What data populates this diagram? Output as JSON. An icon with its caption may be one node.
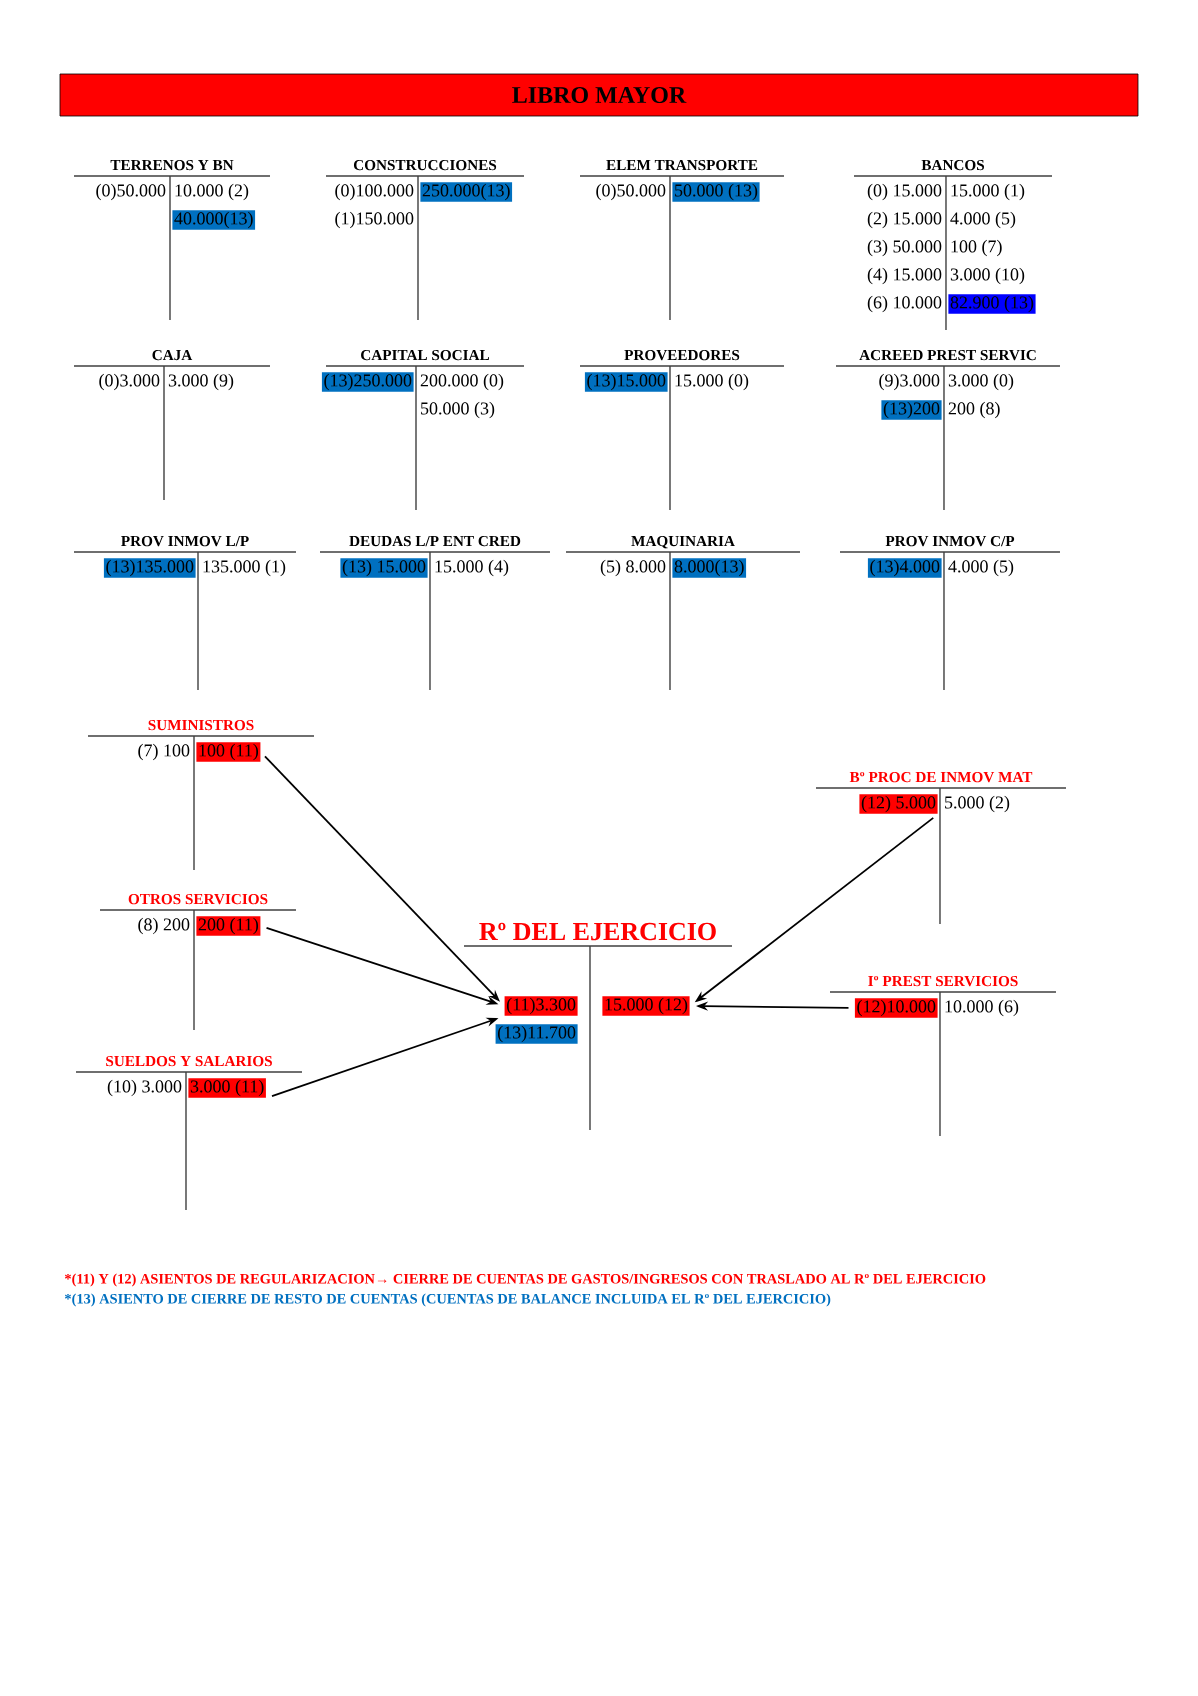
{
  "diagram": {
    "title": "LIBRO MAYOR",
    "nodes": [
      {
        "text": [
          "TERRENOS Y BN"
        ]
      },
      {
        "text": [
          "40.000(13)"
        ],
        "in": 0
      },
      {
        "text": [
          "CONSTRUCCIONES"
        ]
      },
      {
        "text": [
          "250.000(13)"
        ],
        "in": 2
      },
      {
        "text": [
          "ELEM TRANSPORTE"
        ]
      },
      {
        "text": [
          "50.000 (13)"
        ],
        "in": 4
      },
      {
        "text": [
          "BANCOS"
        ]
      },
      {
        "text": [
          "82.900 (13)"
        ],
        "in": 6
      },
      {
        "text": [
          "CAJA"
        ]
      },
      {
        "text": [
          "CAPITAL SOCIAL"
        ]
      },
      {
        "text": [
          "(13)250.000"
        ],
        "in": 9
      },
      {
        "text": [
          "PROVEEDORES"
        ]
      },
      {
        "text": [
          "(13)15.000"
        ],
        "in": 11
      },
      {
        "text": [
          "ACREED PREST SERVIC"
        ]
      },
      {
        "text": [
          "(13)200"
        ],
        "in": 13
      },
      {
        "text": [
          "PROV INMOV L/P"
        ]
      },
      {
        "text": [
          "(13)135.000"
        ],
        "in": 15
      },
      {
        "text": [
          "DEUDAS L/P ENT CRED"
        ]
      },
      {
        "text": [
          "(13) 15.000"
        ],
        "in": 17
      },
      {
        "text": [
          "MAQUINARIA"
        ]
      },
      {
        "text": [
          "8.000(13)"
        ],
        "in": 19
      },
      {
        "text": [
          "PROV INMOV C/P"
        ]
      },
      {
        "text": [
          "(13)4.000"
        ],
        "in": 21
      },
      {
        "text": [
          "SUMINISTROS"
        ]
      },
      {
        "text": [
          "100 (11)"
        ],
        "in": 23
      },
      {
        "text": [
          "Bº PROC DE INMOV MAT"
        ]
      },
      {
        "text": [
          "(12) 5.000"
        ],
        "in": 25
      },
      {
        "text": [
          "OTROS SERVICIOS"
        ]
      },
      {
        "text": [
          "200 (11)"
        ],
        "in": 27
      },
      {
        "text": [
          "Rº DEL EJERCICIO"
        ]
      },
      {
        "text": [
          "(11)3.300"
        ],
        "in": 29
      },
      {
        "text": [
          "(13)11.700"
        ],
        "in": 29
      },
      {
        "text": [
          "15.000 (12)"
        ],
        "in": 29
      },
      {
        "text": [
          "Iº PREST SERVICIOS"
        ]
      },
      {
        "text": [
          "(12)10.000"
        ],
        "in": 33
      },
      {
        "text": [
          "SUELDOS Y SALARIOS"
        ]
      },
      {
        "text": [
          "3.000 (11)"
        ],
        "in": 35
      }
    ],
    "edges": [
      {
        "from": 24,
        "to": 30,
        "arrow": "to"
      },
      {
        "from": 28,
        "to": 30,
        "arrow": "to"
      },
      {
        "from": 36,
        "to": 30,
        "arrow": "to"
      },
      {
        "from": 26,
        "to": 32,
        "arrow": "to"
      },
      {
        "from": 34,
        "to": 32,
        "arrow": "to"
      }
    ],
    "labels": [
      "(0)50.000",
      "10.000 (2)",
      "(0)100.000",
      "(1)150.000",
      "(0)50.000",
      "(0) 15.000",
      "15.000 (1)",
      "(2) 15.000",
      "4.000 (5)",
      "(3) 50.000",
      "100 (7)",
      "(4) 15.000",
      "3.000 (10)",
      "(6) 10.000",
      "(0)3.000",
      "3.000 (9)",
      "200.000 (0)",
      "50.000 (3)",
      "15.000 (0)",
      "(9)3.000",
      "3.000 (0)",
      "200 (8)",
      "135.000 (1)",
      "15.000 (4)",
      "(5) 8.000",
      "4.000 (5)",
      "(7) 100",
      "5.000 (2)",
      "(8) 200",
      "10.000 (6)",
      "(10) 3.000",
      "*(11) Y (12) ASIENTOS DE REGULARIZACION→ CIERRE DE CUENTAS DE GASTOS/INGRESOS CON TRASLADO AL Rº DEL EJERCICIO",
      "*(13) ASIENTO DE CIERRE DE RESTO DE CUENTAS (CUENTAS DE BALANCE INCLUIDA EL Rº DEL EJERCICIO)"
    ]
  }
}
